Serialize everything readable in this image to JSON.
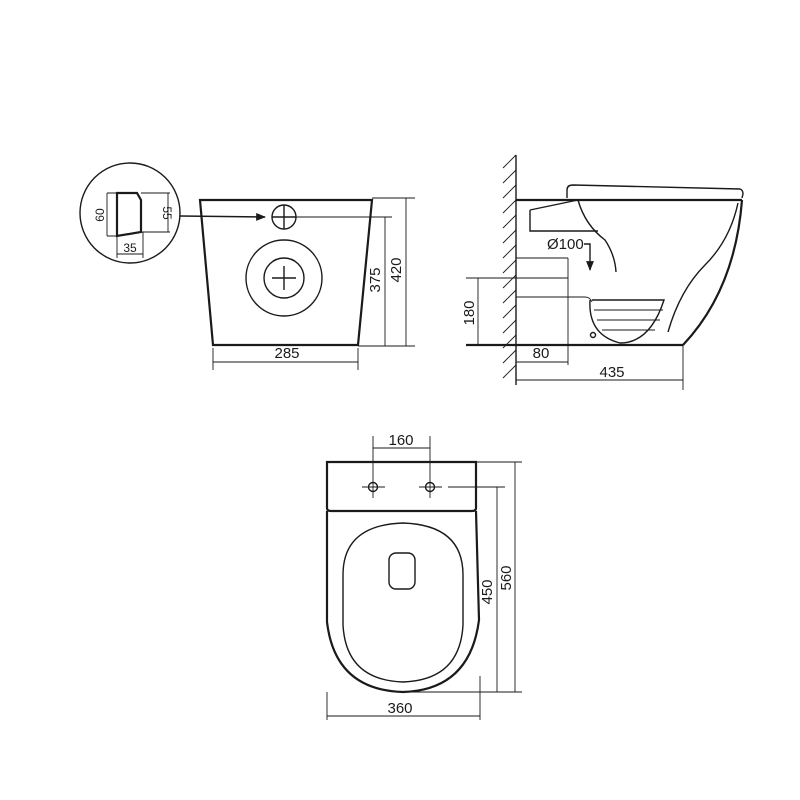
{
  "rear_view": {
    "detail": {
      "height_outer": "60",
      "height_inner": "55",
      "width": "35"
    },
    "width": "285",
    "inlet_height": "375",
    "total_height": "420"
  },
  "side_view": {
    "outlet_diameter": "Ø100",
    "outlet_height": "180",
    "outlet_offset": "80",
    "depth": "435"
  },
  "top_view": {
    "bolt_spacing": "160",
    "bolt_to_front": "450",
    "length": "560",
    "width": "360"
  },
  "colors": {
    "line": "#1a1a1a",
    "background": "#ffffff"
  }
}
